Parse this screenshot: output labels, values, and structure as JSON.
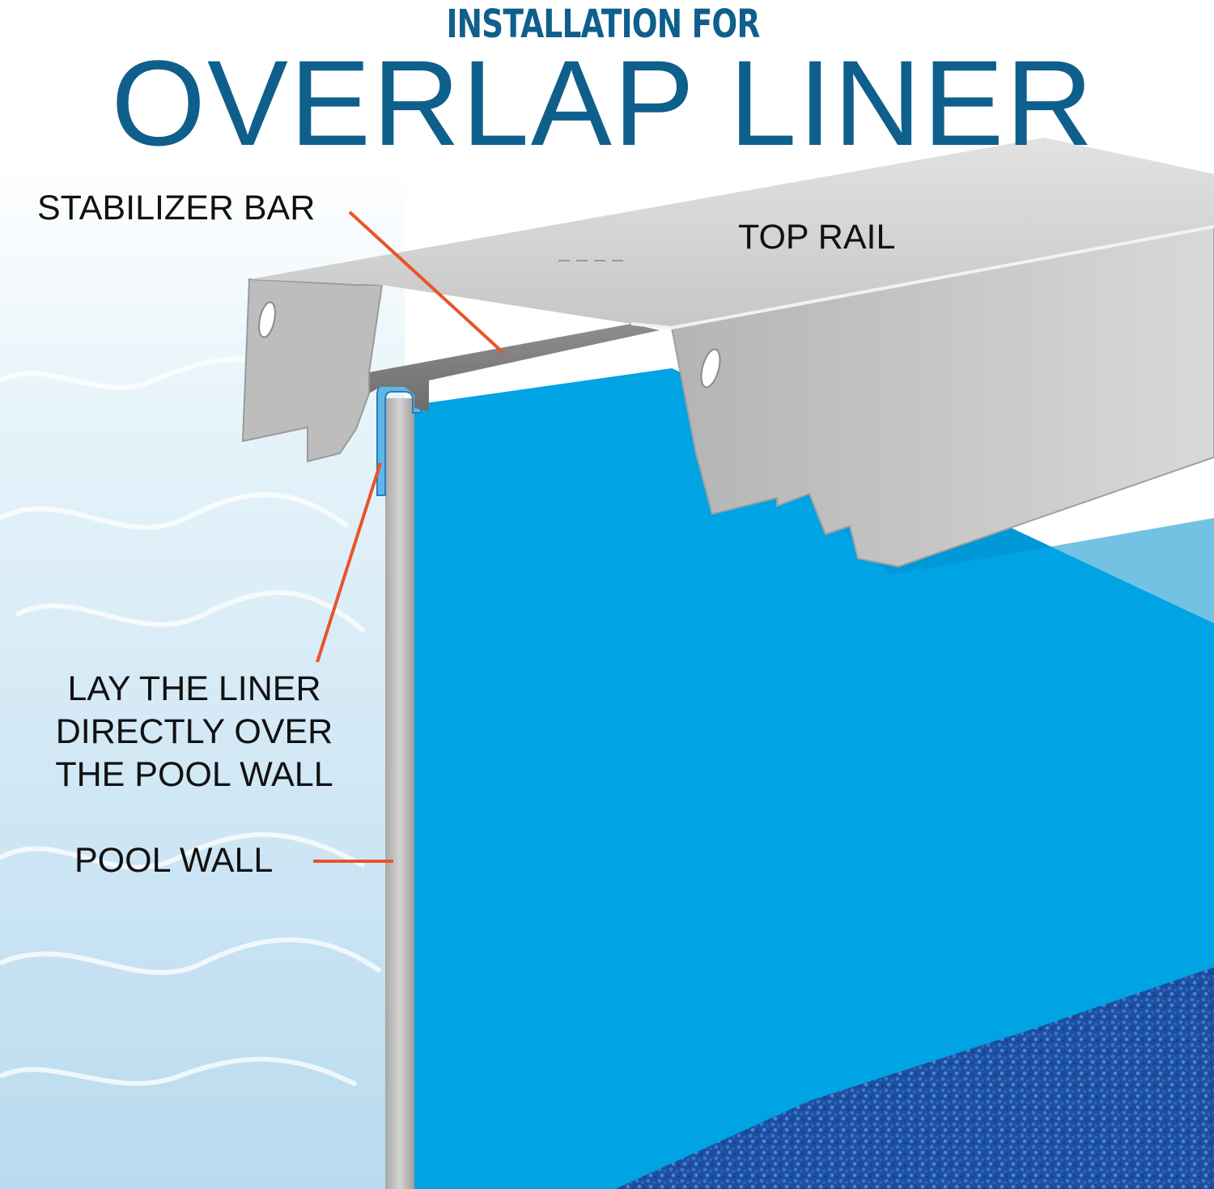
{
  "header": {
    "title_small": "INSTALLATION FOR",
    "title_big": "OVERLAP LINER"
  },
  "labels": {
    "stabilizer_bar": "STABILIZER BAR",
    "top_rail": "TOP RAIL",
    "lay_liner": "LAY THE LINER\nDIRECTLY OVER\nTHE POOL WALL",
    "pool_wall": "POOL WALL"
  },
  "colors": {
    "title": "#0f5f8c",
    "liner": "#00a3e4",
    "leader": "#e8542a",
    "metal": "#c9c9c9",
    "water_background": "#d8ecf7",
    "liner_floor": "#1a55a8"
  }
}
